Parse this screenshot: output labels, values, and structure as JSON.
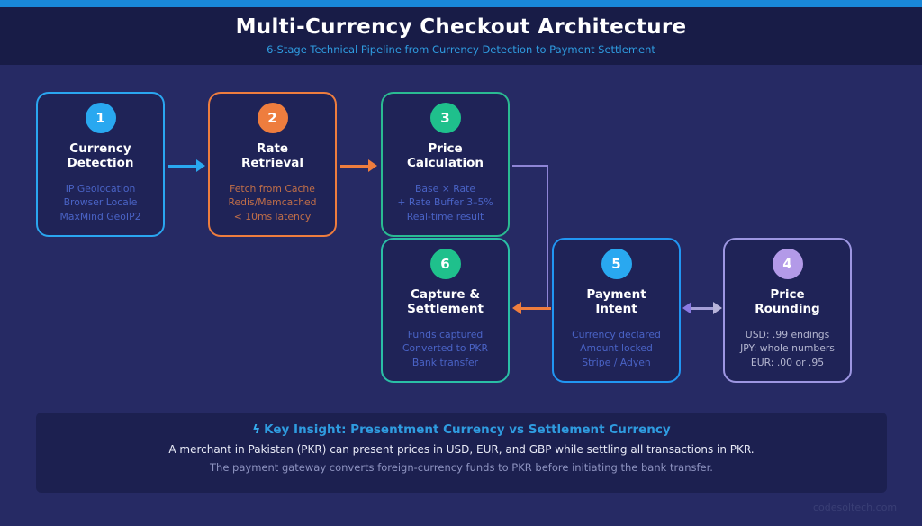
{
  "header": {
    "title": "Multi-Currency Checkout Architecture",
    "subtitle": "6-Stage Technical Pipeline from Currency Detection to Payment Settlement"
  },
  "stages": [
    {
      "number": "1",
      "title": "Currency\nDetection",
      "details": [
        "IP Geolocation",
        "Browser Locale",
        "MaxMind GeoIP2"
      ],
      "accent": "#2aa6f0",
      "circle": "#29a8f0",
      "detail_color": "#4a63c6"
    },
    {
      "number": "2",
      "title": "Rate\nRetrieval",
      "details": [
        "Fetch from Cache",
        "Redis/Memcached",
        "< 10ms latency"
      ],
      "accent": "#ee7d3e",
      "circle": "#ee7d3e",
      "detail_color": "#c06e48"
    },
    {
      "number": "3",
      "title": "Price\nCalculation",
      "details": [
        "Base × Rate",
        "+ Rate Buffer 3–5%",
        "Real-time result"
      ],
      "accent": "#2abb92",
      "circle": "#1fc08c",
      "detail_color": "#4a63c6"
    },
    {
      "number": "4",
      "title": "Price\nRounding",
      "details": [
        "USD: .99 endings",
        "JPY: whole numbers",
        "EUR: .00 or .95"
      ],
      "accent": "#9d96e2",
      "circle": "#b39ae8",
      "detail_color": "#b4b6d0"
    },
    {
      "number": "5",
      "title": "Payment\nIntent",
      "details": [
        "Currency declared",
        "Amount locked",
        "Stripe / Adyen"
      ],
      "accent": "#2196f3",
      "circle": "#29a8f0",
      "detail_color": "#4a63c6"
    },
    {
      "number": "6",
      "title": "Capture &\nSettlement",
      "details": [
        "Funds captured",
        "Converted to PKR",
        "Bank transfer"
      ],
      "accent": "#2abfa6",
      "circle": "#1fc08c",
      "detail_color": "#4a63c6"
    }
  ],
  "connectors": [
    {
      "from": "1",
      "to": "2",
      "type": "arrow-right",
      "color": "#29a8f0"
    },
    {
      "from": "2",
      "to": "3",
      "type": "arrow-right",
      "color": "#ee7d3e"
    },
    {
      "from": "3",
      "to": "next-row",
      "type": "elbow-down",
      "color": "#8e85d6"
    },
    {
      "from": "5",
      "to": "6",
      "type": "arrow-left",
      "color": "#ee7d3e"
    },
    {
      "from": "4",
      "to": "5",
      "type": "arrow-both",
      "color_left": "#8a79e2",
      "color_right": "#b7b3da"
    }
  ],
  "insight": {
    "icon": "ϟ",
    "heading": "Key Insight: Presentment Currency vs Settlement Currency",
    "line1": "A merchant in Pakistan (PKR) can present prices in USD, EUR, and GBP while settling all transactions in PKR.",
    "line2": "The payment gateway converts foreign-currency funds to PKR before initiating the bank transfer."
  },
  "watermark": "codesoltech.com"
}
